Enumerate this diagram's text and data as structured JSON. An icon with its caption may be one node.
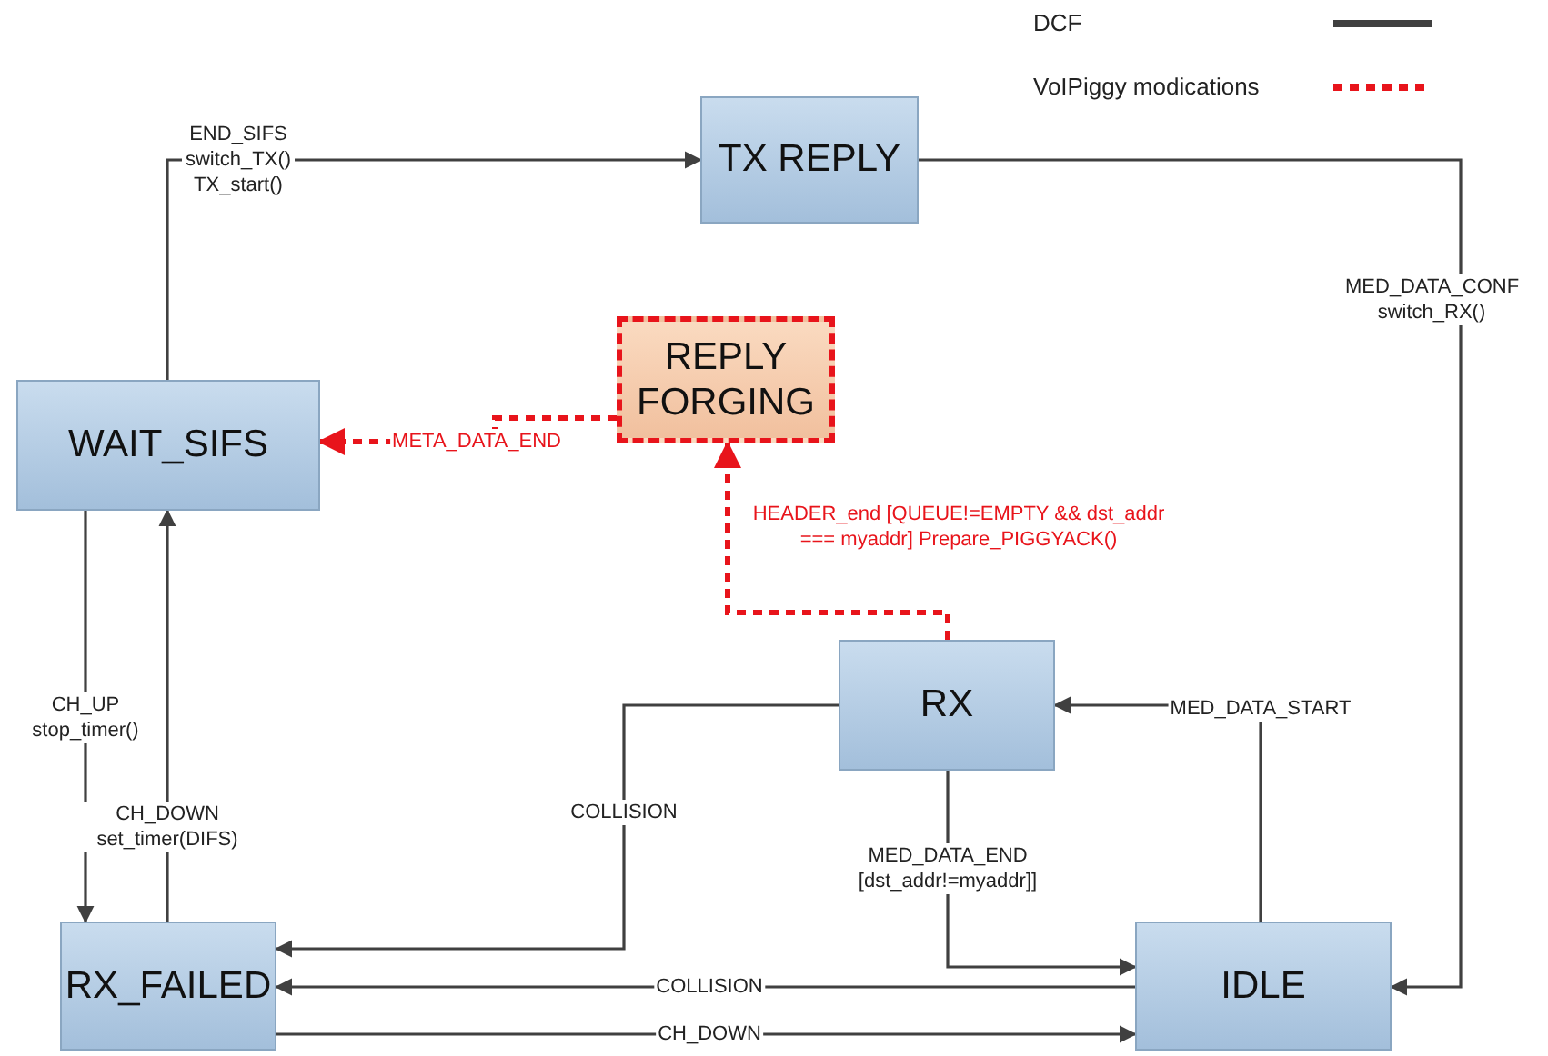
{
  "diagram": {
    "nodes": [
      {
        "text": [
          "TX REPLY"
        ]
      },
      {
        "text": [
          "REPLY FORGING"
        ]
      },
      {
        "text": [
          "WAIT_SIFS"
        ]
      },
      {
        "text": [
          "RX"
        ]
      },
      {
        "text": [
          "RX_FAILED"
        ]
      },
      {
        "text": [
          "IDLE"
        ]
      }
    ],
    "edges": [
      {
        "from": 2,
        "to": 0,
        "arrow": "to",
        "label": "END_SIFS switch_TX() TX_start()"
      },
      {
        "from": 0,
        "to": 5,
        "arrow": "to",
        "label": "MED_DATA_CONF switch_RX()"
      },
      {
        "from": 1,
        "to": 2,
        "arrow": "to",
        "label": "META_DATA_END",
        "style": "dashed",
        "color": "#e8141b"
      },
      {
        "from": 3,
        "to": 1,
        "arrow": "to",
        "label": "HEADER_end [QUEUE!=EMPTY && dst_addr === myaddr] Prepare_PIGGYACK()",
        "style": "dashed",
        "color": "#e8141b"
      },
      {
        "from": 2,
        "to": 4,
        "arrow": "to",
        "label": "CH_UP stop_timer()"
      },
      {
        "from": 4,
        "to": 2,
        "arrow": "to",
        "label": "CH_DOWN set_timer(DIFS)"
      },
      {
        "from": 3,
        "to": 4,
        "arrow": "to",
        "label": "COLLISION"
      },
      {
        "from": 3,
        "to": 5,
        "arrow": "to",
        "label": "MED_DATA_END [dst_addr!=myaddr]]"
      },
      {
        "from": 5,
        "to": 3,
        "arrow": "to",
        "label": "MED_DATA_START"
      },
      {
        "from": 5,
        "to": 4,
        "arrow": "to",
        "label": "COLLISION"
      },
      {
        "from": 4,
        "to": 5,
        "arrow": "to",
        "label": "CH_DOWN"
      }
    ],
    "legend": [
      {
        "text": "DCF"
      },
      {
        "text": "VoIPiggy modications"
      }
    ]
  }
}
